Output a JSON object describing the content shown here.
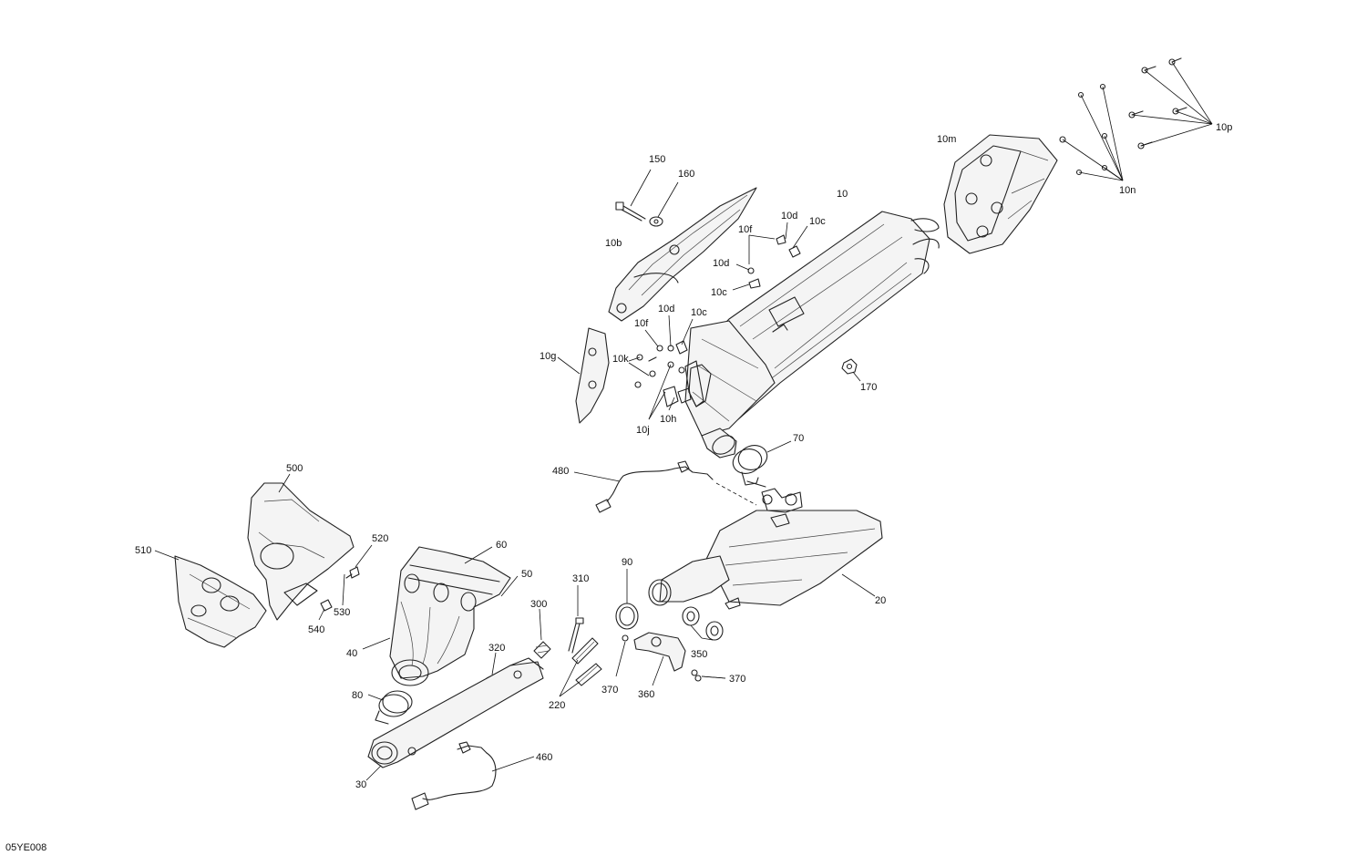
{
  "figure_id": "05YE008",
  "callouts": {
    "c150": "150",
    "c160": "160",
    "c10": "10",
    "c10m": "10m",
    "c10n": "10n",
    "c10p": "10p",
    "c10b": "10b",
    "c10f_top": "10f",
    "c10d_top": "10d",
    "c10c_top": "10c",
    "c10d_mid": "10d",
    "c10c_mid": "10c",
    "c10d_low": "10d",
    "c10c_low": "10c",
    "c10f_low": "10f",
    "c10g": "10g",
    "c10k": "10k",
    "c10h": "10h",
    "c10j": "10j",
    "c170": "170",
    "c70": "70",
    "c480": "480",
    "c500": "500",
    "c510": "510",
    "c520": "520",
    "c530": "530",
    "c540": "540",
    "c60": "60",
    "c50": "50",
    "c40": "40",
    "c310": "310",
    "c90": "90",
    "c20": "20",
    "c300": "300",
    "c320": "320",
    "c350": "350",
    "c370_left": "370",
    "c360": "360",
    "c370_right": "370",
    "c220": "220",
    "c80": "80",
    "c460": "460",
    "c30": "30"
  }
}
